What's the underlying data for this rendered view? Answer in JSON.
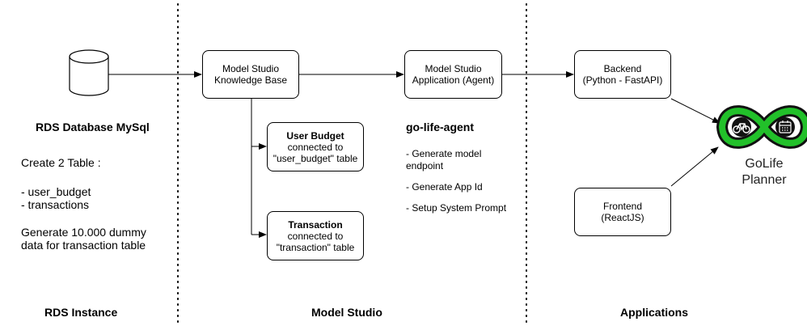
{
  "sections": {
    "rds": "RDS Instance",
    "model_studio": "Model Studio",
    "applications": "Applications"
  },
  "rds": {
    "title": "RDS Database MySql",
    "line1": "Create 2 Table :",
    "table1": "- user_budget",
    "table2": "- transactions",
    "gen1": "Generate 10.000 dummy",
    "gen2": "data for transaction table"
  },
  "kb": {
    "line1": "Model Studio",
    "line2": "Knowledge Base"
  },
  "user_budget": {
    "title": "User Budget",
    "line1": "connected to",
    "line2": "\"user_budget\" table"
  },
  "transaction": {
    "title": "Transaction",
    "line1": "connected to",
    "line2": "\"transaction\" table"
  },
  "agent_app": {
    "line1": "Model Studio",
    "line2": "Application (Agent)"
  },
  "agent": {
    "title": "go-life-agent",
    "step1a": "- Generate model",
    "step1b": "endpoint",
    "step2": "- Generate App Id",
    "step3": "- Setup System Prompt"
  },
  "backend": {
    "line1": "Backend",
    "line2": "(Python - FastAPI)"
  },
  "frontend": {
    "line1": "Frontend",
    "line2": "(ReactJS)"
  },
  "logo": {
    "line1": "GoLife",
    "line2": "Planner",
    "icon_left": "bicycle-icon",
    "icon_right": "calendar-icon",
    "color": "#22c02a"
  }
}
